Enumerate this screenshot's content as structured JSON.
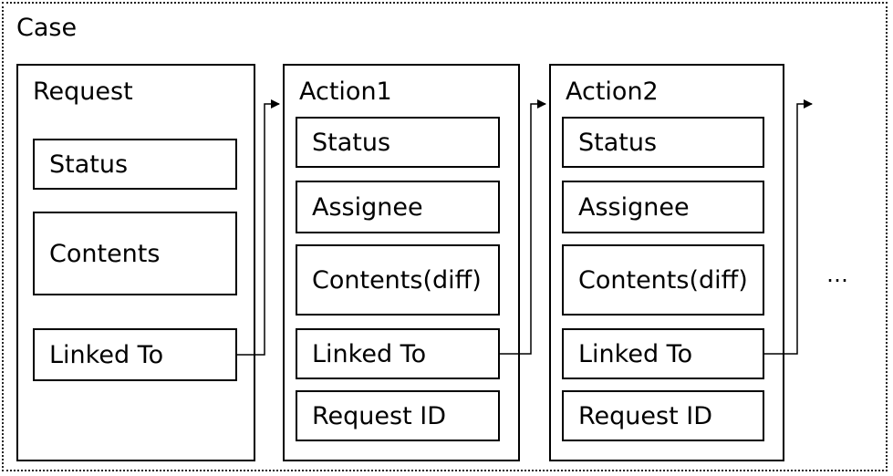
{
  "case": {
    "label": "Case"
  },
  "request": {
    "title": "Request",
    "fields": [
      "Status",
      "Contents",
      "Linked To"
    ]
  },
  "action1": {
    "title": "Action1",
    "fields": [
      "Status",
      "Assignee",
      "Contents(diff)",
      "Linked To",
      "Request ID"
    ]
  },
  "action2": {
    "title": "Action2",
    "fields": [
      "Status",
      "Assignee",
      "Contents(diff)",
      "Linked To",
      "Request ID"
    ]
  },
  "continuation": "…",
  "colors": {
    "stroke": "#000000",
    "background": "#ffffff"
  }
}
